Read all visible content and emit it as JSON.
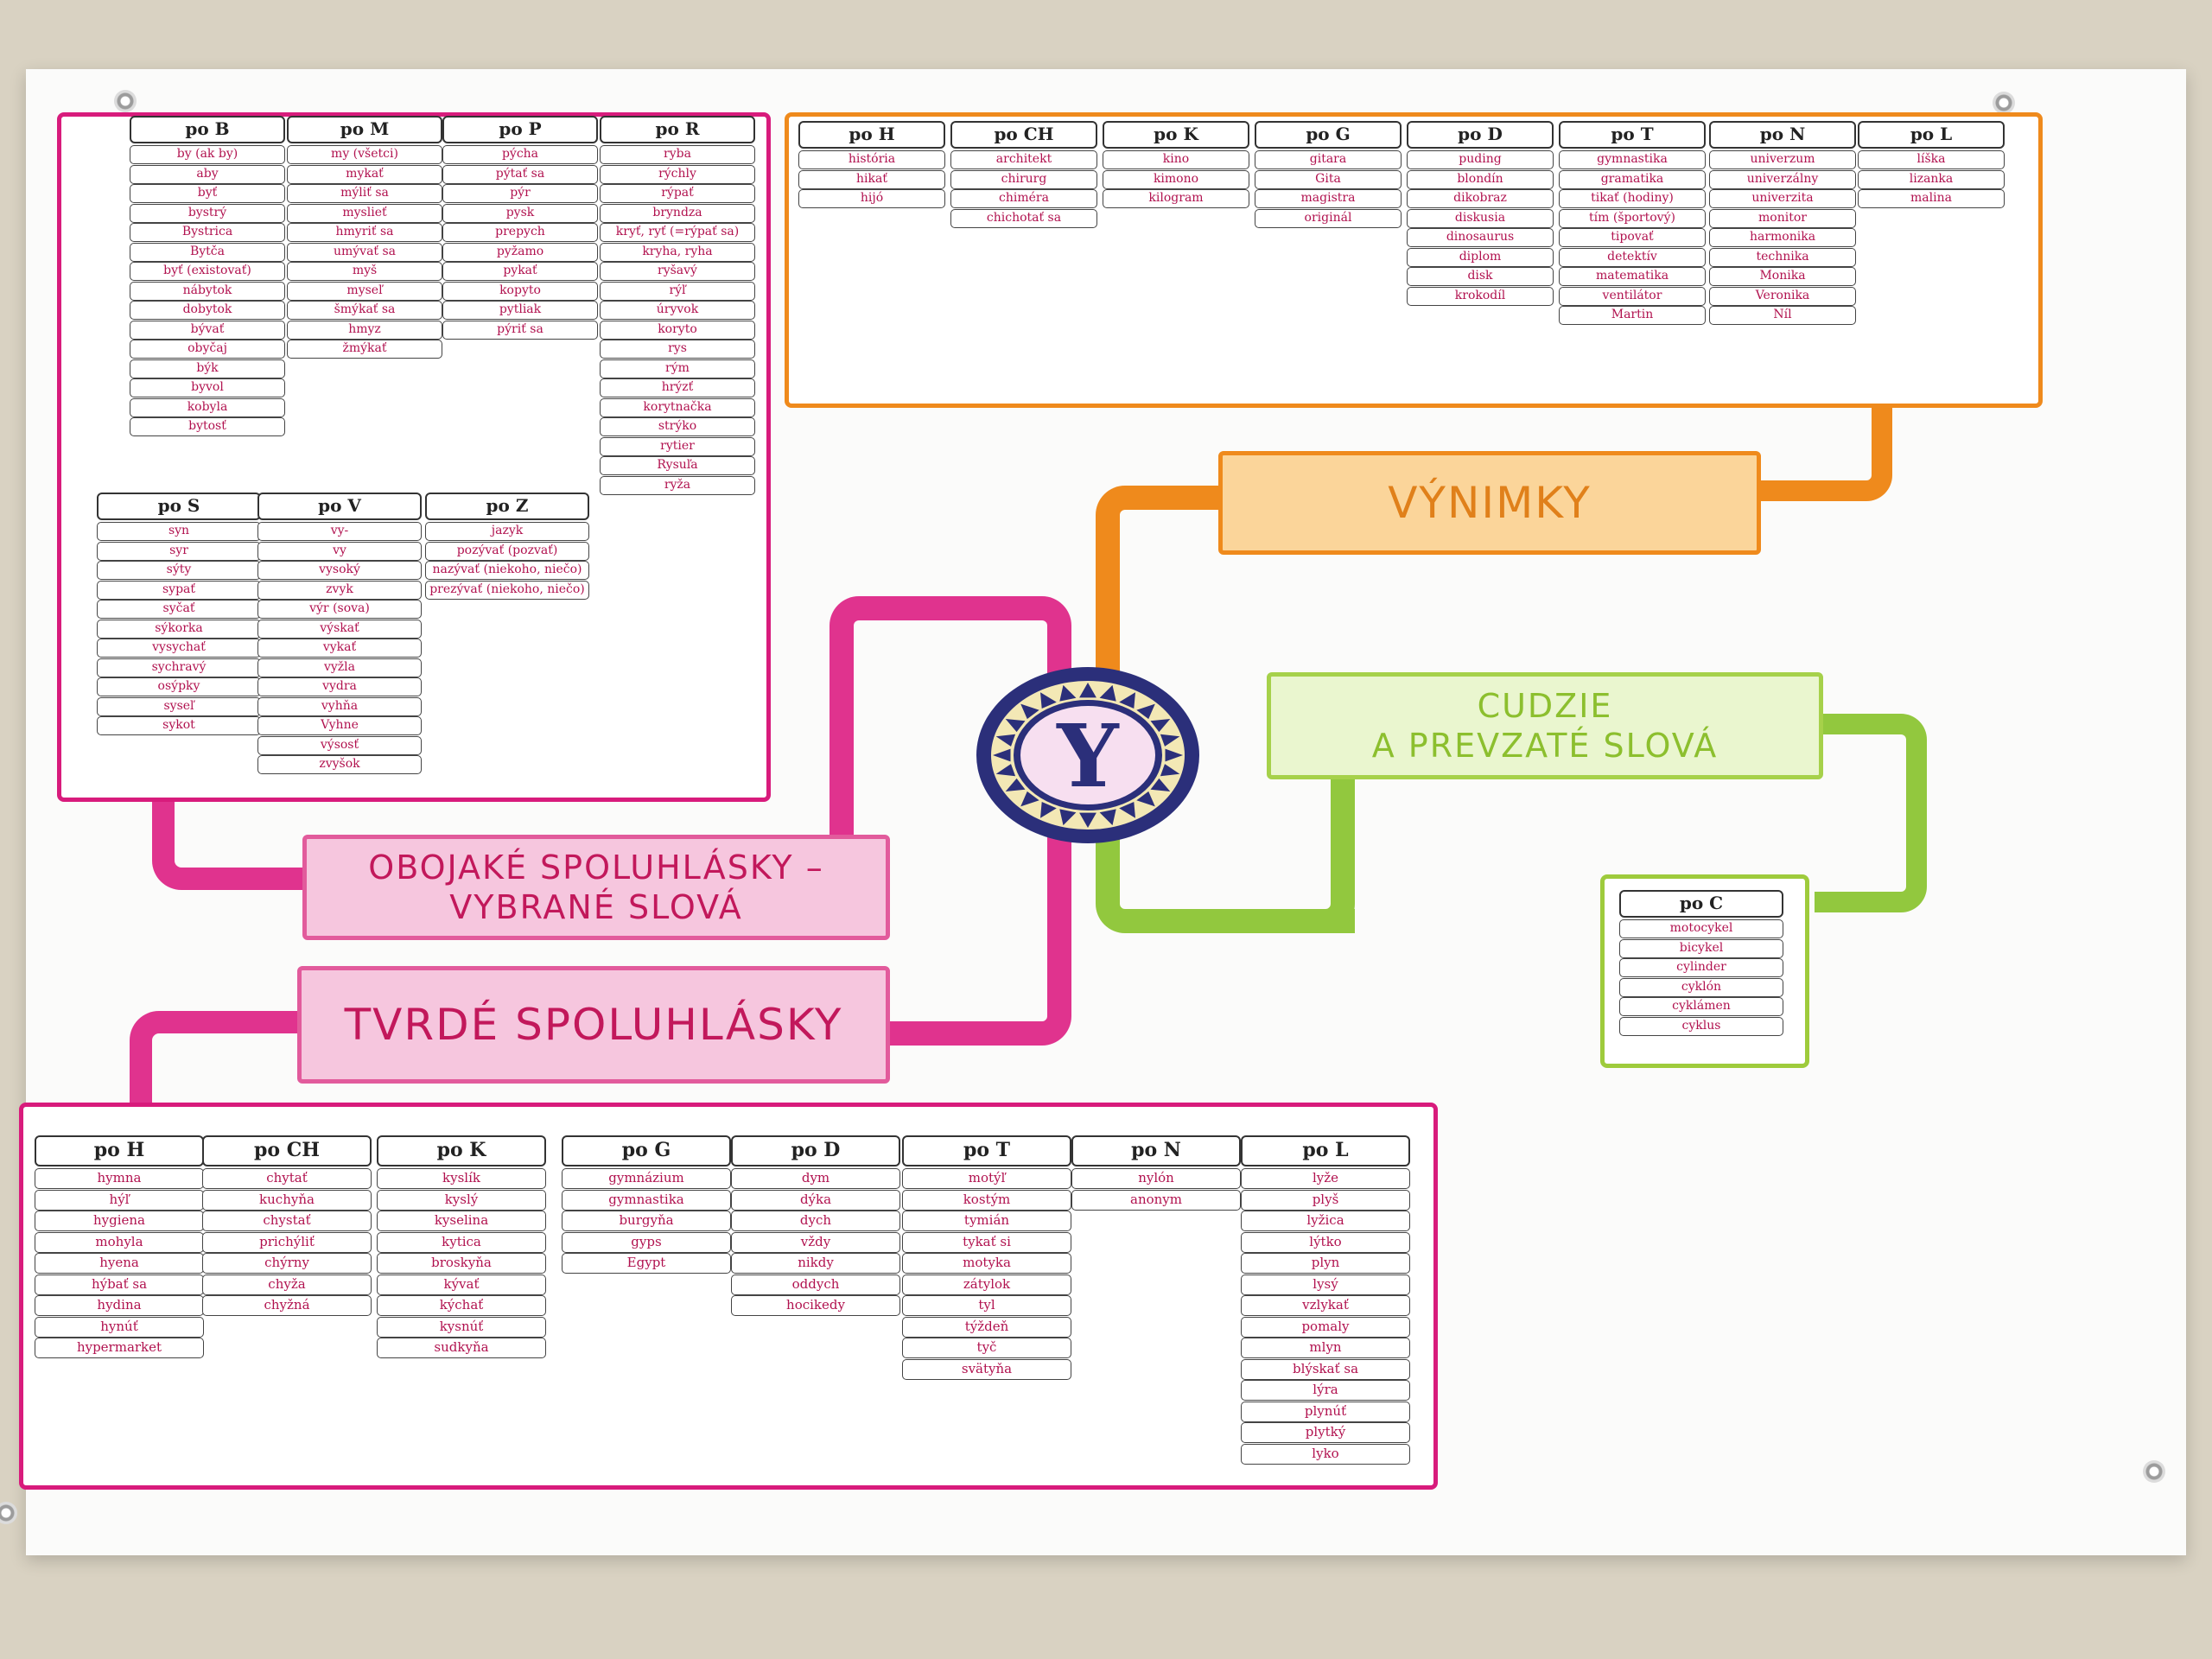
{
  "labels": {
    "obojake_line1": "OBOJAKÉ SPOLUHLÁSKY –",
    "obojake_line2": "VYBRANÉ SLOVÁ",
    "tvrde": "TVRDÉ SPOLUHLÁSKY",
    "vynimky": "VÝNIMKY",
    "cudzie_line1": "CUDZIE",
    "cudzie_line2": "A PREVZATÉ SLOVÁ",
    "emblem_letter": "Y"
  },
  "vybrane_top": [
    {
      "head": "po B",
      "items": [
        "by (ak by)",
        "aby",
        "byť",
        "bystrý",
        "Bystrica",
        "Bytča",
        "byť (existovať)",
        "nábytok",
        "dobytok",
        "bývať",
        "obyčaj",
        "býk",
        "byvol",
        "kobyla",
        "bytosť"
      ]
    },
    {
      "head": "po M",
      "items": [
        "my (všetci)",
        "mykať",
        "mýliť sa",
        "myslieť",
        "hmyriť sa",
        "umývať sa",
        "myš",
        "myseľ",
        "šmýkať sa",
        "hmyz",
        "žmýkať"
      ]
    },
    {
      "head": "po P",
      "items": [
        "pýcha",
        "pýtať sa",
        "pýr",
        "pysk",
        "prepych",
        "pyžamo",
        "pykať",
        "kopyto",
        "pytliak",
        "pýriť sa"
      ]
    },
    {
      "head": "po R",
      "items": [
        "ryba",
        "rýchly",
        "rýpať",
        "bryndza",
        "kryť, ryť (=rýpať sa)",
        "kryha, ryha",
        "ryšavý",
        "rýľ",
        "úryvok",
        "koryto",
        "rys",
        "rým",
        "hrýzť",
        "korytnačka",
        "strýko",
        "rytier",
        "Rysuľa",
        "ryža"
      ]
    }
  ],
  "vybrane_bottom": [
    {
      "head": "po S",
      "items": [
        "syn",
        "syr",
        "sýty",
        "sypať",
        "syčať",
        "sýkorka",
        "vysychať",
        "sychravý",
        "osýpky",
        "syseľ",
        "sykot"
      ]
    },
    {
      "head": "po V",
      "items": [
        "vy-",
        "vy",
        "vysoký",
        "zvyk",
        "výr (sova)",
        "výskať",
        "vykať",
        "vyžla",
        "vydra",
        "vyhňa",
        "Vyhne",
        "výsosť",
        "zvyšok"
      ]
    },
    {
      "head": "po Z",
      "items": [
        "jazyk",
        "pozývať (pozvať)",
        "nazývať (niekoho, niečo)",
        "prezývať (niekoho, niečo)"
      ]
    }
  ],
  "vynimky": [
    {
      "head": "po H",
      "items": [
        "história",
        "hikať",
        "hijó"
      ]
    },
    {
      "head": "po CH",
      "items": [
        "architekt",
        "chirurg",
        "chiméra",
        "chichotať sa"
      ]
    },
    {
      "head": "po K",
      "items": [
        "kino",
        "kimono",
        "kilogram"
      ]
    },
    {
      "head": "po G",
      "items": [
        "gitara",
        "Gita",
        "magistra",
        "originál"
      ]
    },
    {
      "head": "po D",
      "items": [
        "puding",
        "blondín",
        "dikobraz",
        "diskusia",
        "dinosaurus",
        "diplom",
        "disk",
        "krokodíl"
      ]
    },
    {
      "head": "po T",
      "items": [
        "gymnastika",
        "gramatika",
        "tikať (hodiny)",
        "tím (športový)",
        "tipovať",
        "detektív",
        "matematika",
        "ventilátor",
        "Martin"
      ]
    },
    {
      "head": "po N",
      "items": [
        "univerzum",
        "univerzálny",
        "univerzita",
        "monitor",
        "harmonika",
        "technika",
        "Monika",
        "Veronika",
        "Níl"
      ]
    },
    {
      "head": "po L",
      "items": [
        "líška",
        "lizanka",
        "malina"
      ]
    }
  ],
  "cudzie": {
    "head": "po C",
    "items": [
      "motocykel",
      "bicykel",
      "cylinder",
      "cyklón",
      "cyklámen",
      "cyklus"
    ]
  },
  "tvrde": [
    {
      "head": "po H",
      "items": [
        "hymna",
        "hýľ",
        "hygiena",
        "mohyla",
        "hyena",
        "hýbať sa",
        "hydina",
        "hynúť",
        "hypermarket"
      ]
    },
    {
      "head": "po CH",
      "items": [
        "chytať",
        "kuchyňa",
        "chystať",
        "prichýliť",
        "chýrny",
        "chyža",
        "chyžná"
      ]
    },
    {
      "head": "po K",
      "items": [
        "kyslík",
        "kyslý",
        "kyselina",
        "kytica",
        "broskyňa",
        "kývať",
        "kýchať",
        "kysnúť",
        "sudkyňa"
      ]
    },
    {
      "head": "po G",
      "items": [
        "gymnázium",
        "gymnastika",
        "burgyňa",
        "gyps",
        "Egypt"
      ]
    },
    {
      "head": "po D",
      "items": [
        "dym",
        "dýka",
        "dych",
        "vždy",
        "nikdy",
        "oddych",
        "hocikedy"
      ]
    },
    {
      "head": "po T",
      "items": [
        "motýľ",
        "kostým",
        "tymián",
        "tykať si",
        "motyka",
        "zátylok",
        "tyl",
        "týždeň",
        "tyč",
        "svätyňa"
      ]
    },
    {
      "head": "po N",
      "items": [
        "nylón",
        "anonym"
      ]
    },
    {
      "head": "po L",
      "items": [
        "lyže",
        "plyš",
        "lyžica",
        "lýtko",
        "plyn",
        "lysý",
        "vzlykať",
        "pomaly",
        "mlyn",
        "blýskať sa",
        "lýra",
        "plynúť",
        "plytký",
        "lyko"
      ]
    }
  ],
  "colors": {
    "pink": "#d81b7c",
    "orange": "#ef8a1c",
    "green": "#9ecb3c",
    "navy": "#2b2f7a"
  }
}
